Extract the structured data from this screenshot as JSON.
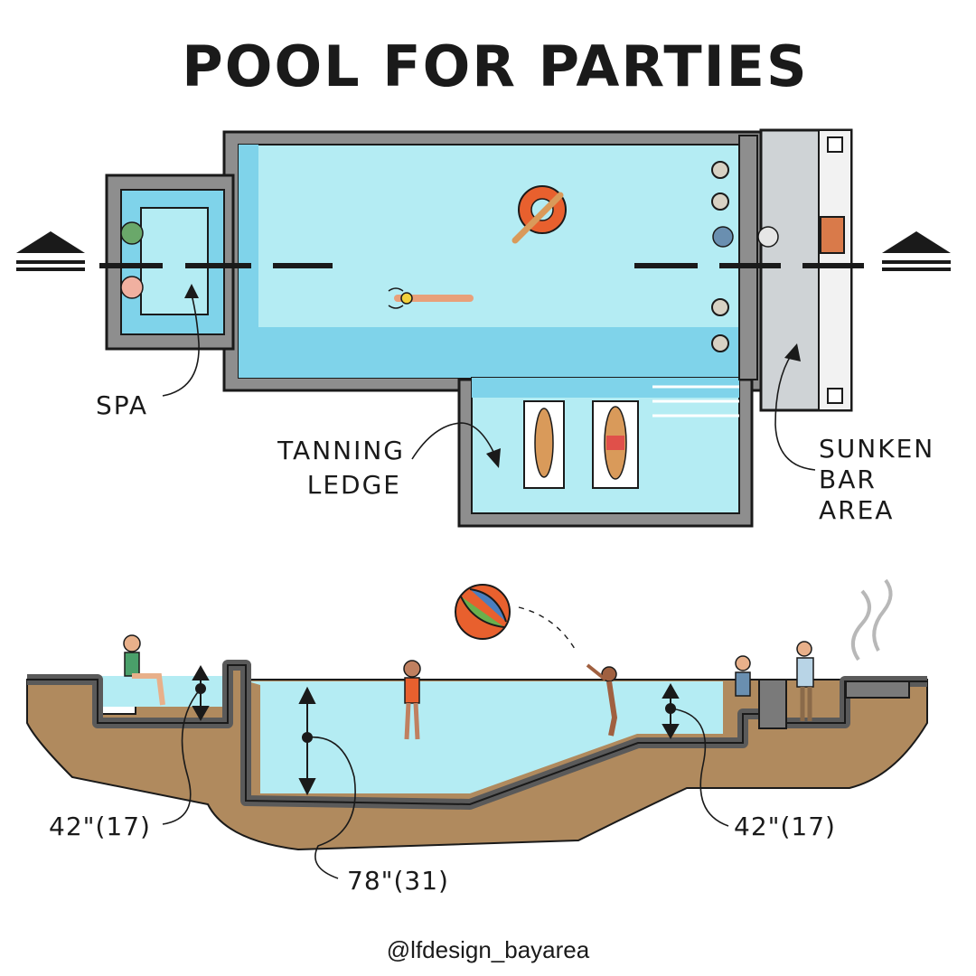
{
  "title": "POOL FOR PARTIES",
  "plan_labels": {
    "spa": "SPA",
    "tanning_ledge_line1": "TANNING",
    "tanning_ledge_line2": "LEDGE",
    "sunken_bar_line1": "SUNKEN",
    "sunken_bar_line2": "BAR",
    "sunken_bar_line3": "AREA"
  },
  "section_labels": {
    "spa_depth": "42\"(17)",
    "deep_depth": "78\"(31)",
    "bar_depth": "42\"(17)"
  },
  "credit": "@lfdesign_bayarea",
  "colors": {
    "water": "#b4ecf3",
    "water_shade": "#7fd3ea",
    "coping": "#8e8e8e",
    "soil": "#b08a5e",
    "ink": "#1a1a1a"
  }
}
